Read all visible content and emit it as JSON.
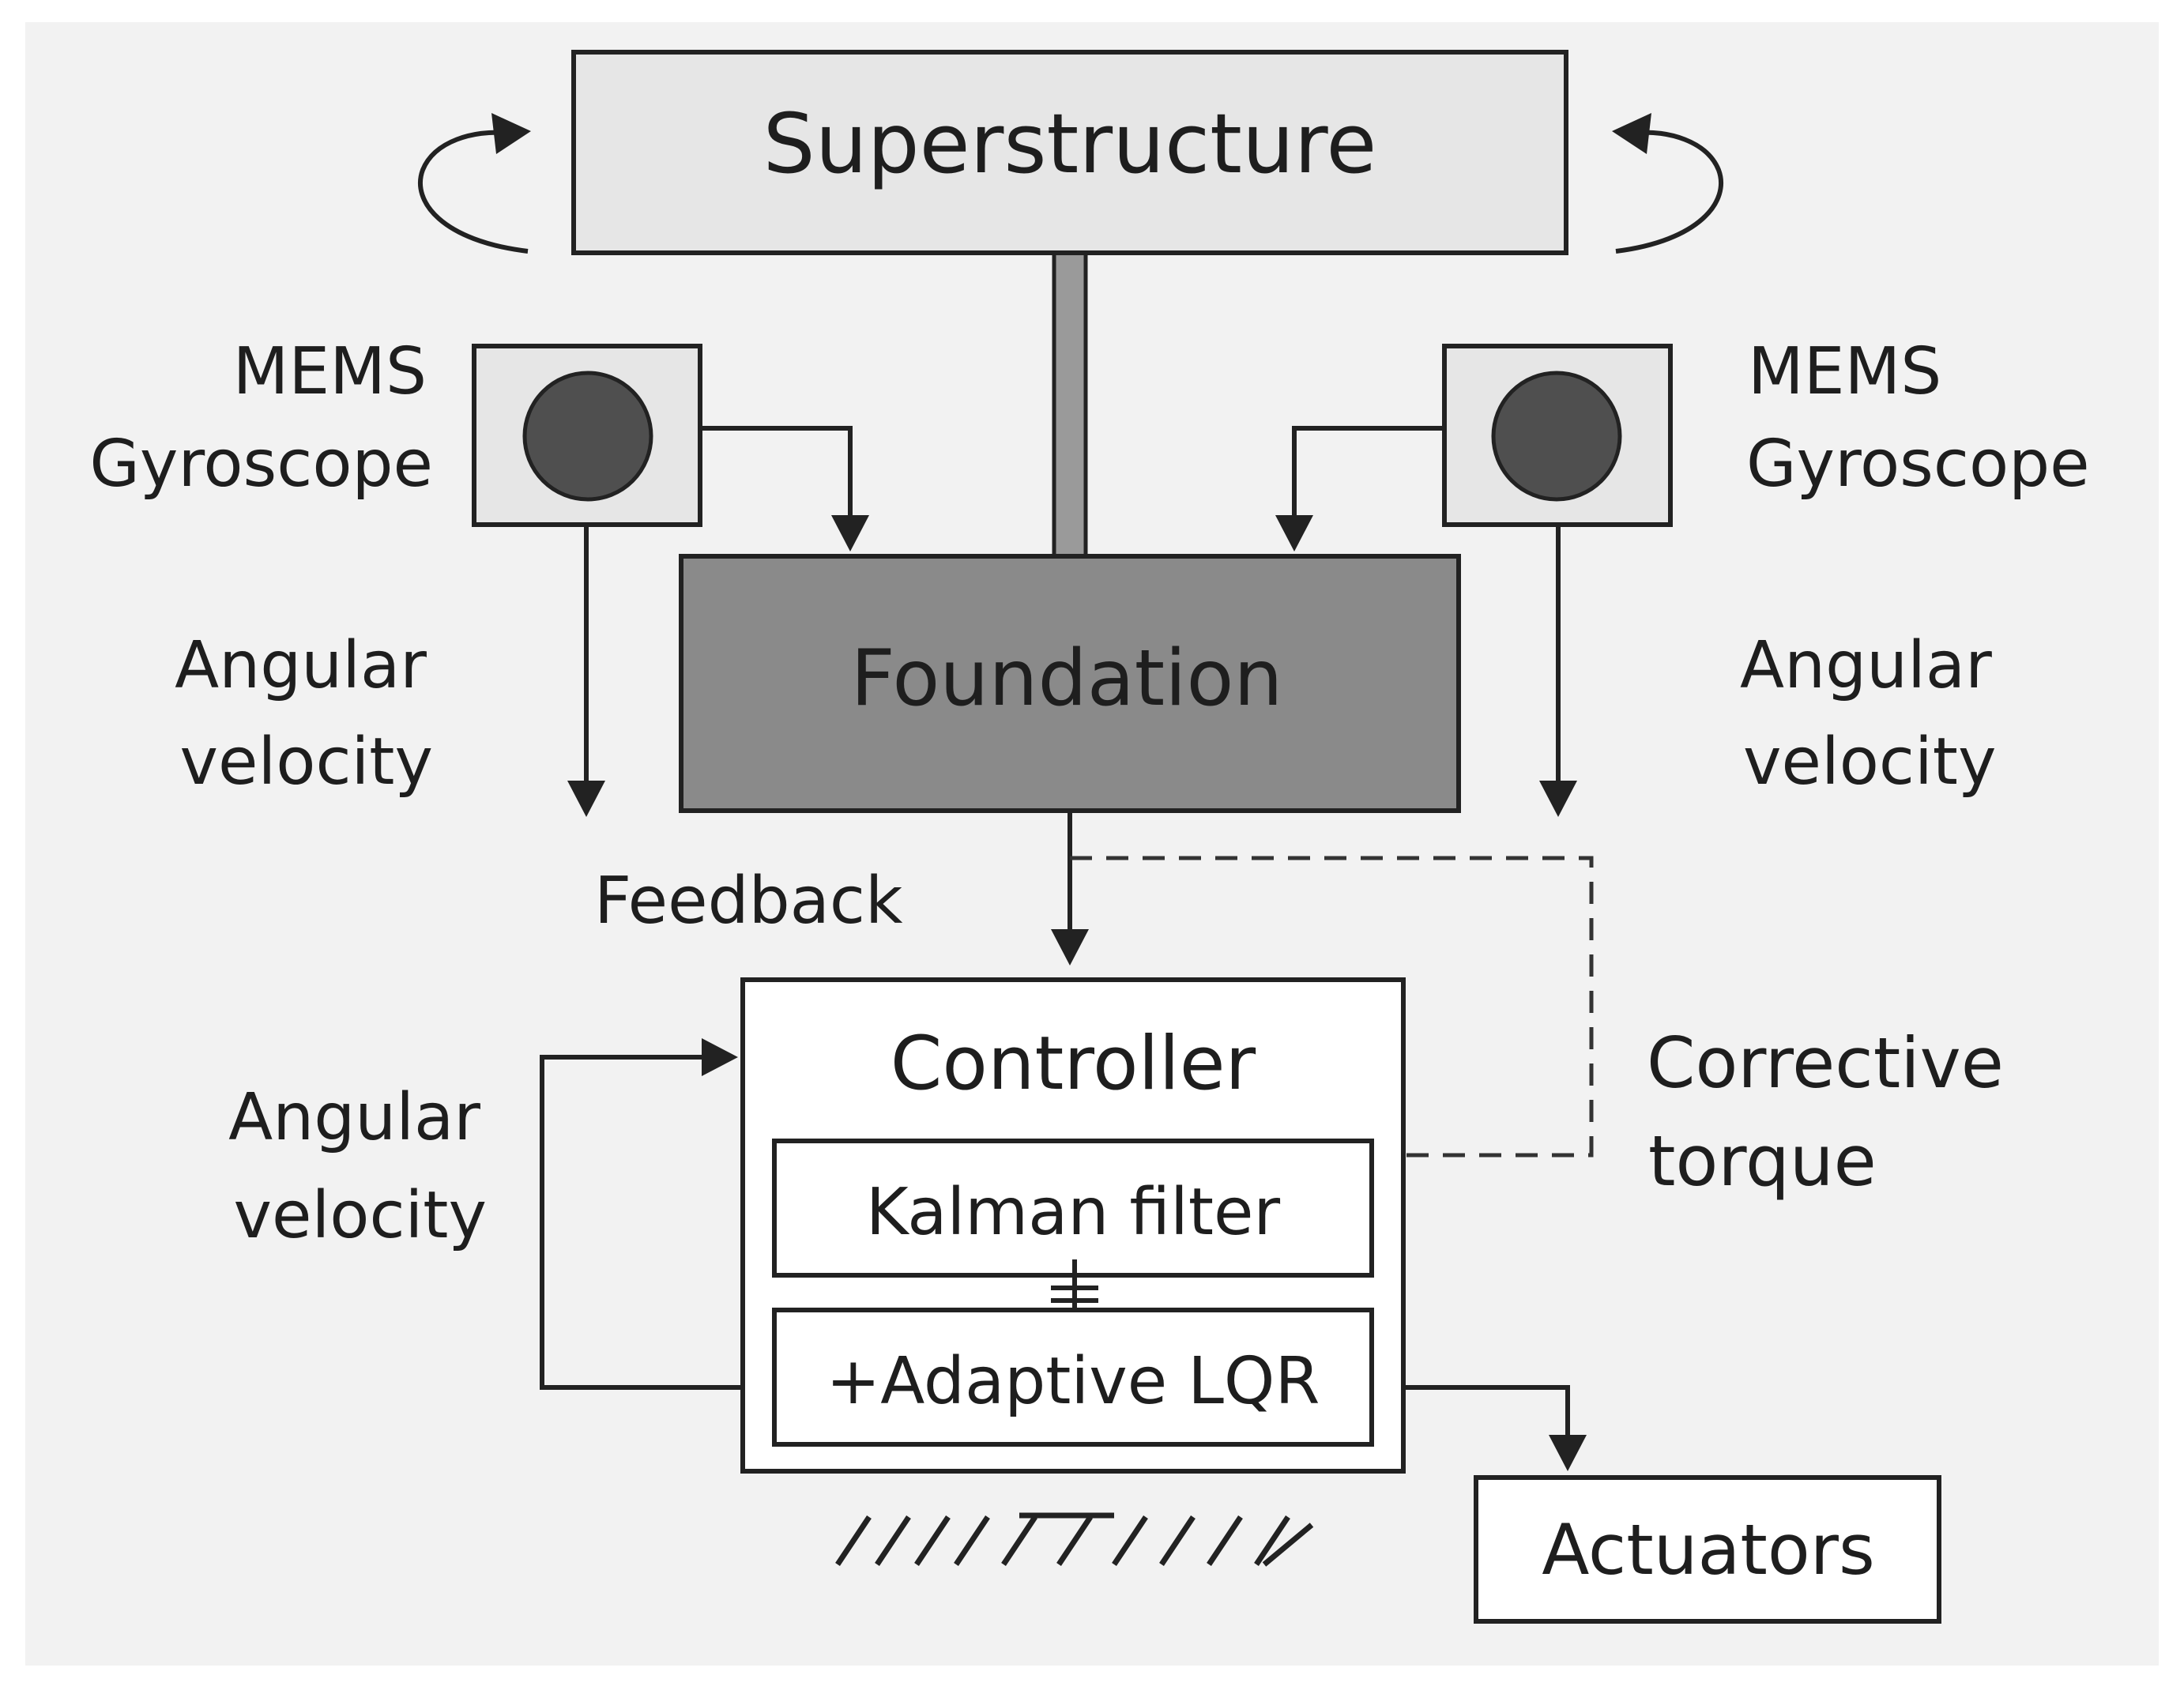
{
  "diagram": {
    "colors": {
      "background": "#f2f2f2",
      "superstructure_fill": "#e6e6e6",
      "foundation_fill": "#8a8a8a",
      "sensor_fill": "#e6e6e6",
      "gyro_disk": "#4f4f4f",
      "mast": "#9a9a9a",
      "controller_fill": "#ffffff",
      "actuators_fill": "#ffffff"
    },
    "nodes": {
      "superstructure": "Superstructure",
      "foundation": "Foundation",
      "controller": "Controller",
      "kalman_filter": "Kalman filter",
      "adaptive_lqr": "+Adaptive LQR",
      "actuators": "Actuators"
    },
    "labels": {
      "left_gyro_line1": "MEMS",
      "left_gyro_line2": "Gyroscope",
      "right_gyro_line1": "MEMS",
      "right_gyro_line2": "Gyroscope",
      "left_angular_line1": "Angular",
      "left_angular_line2": "velocity",
      "right_angular_line1": "Angular",
      "right_angular_line2": "velocity",
      "loop_angular_line1": "Angular",
      "loop_angular_line2": "velocity",
      "feedback": "Feedback",
      "corrective_line1": "Corrective",
      "corrective_line2": "torque"
    },
    "icons": [
      "rotation-arrow-icon",
      "gyroscope-disk-icon",
      "ground-hatch-icon"
    ]
  }
}
